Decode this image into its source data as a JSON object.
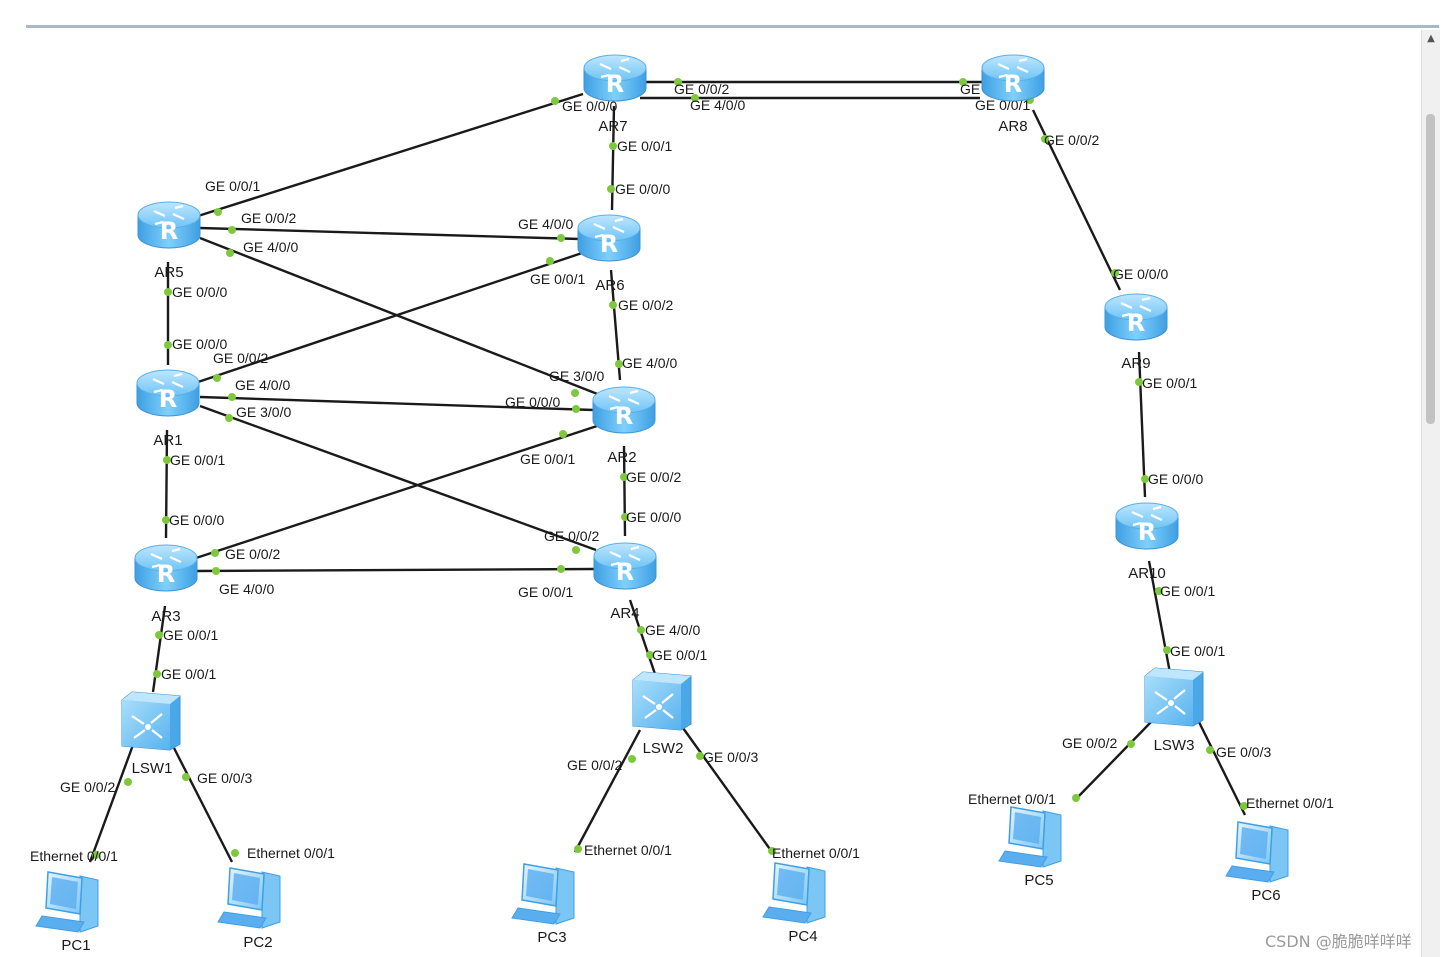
{
  "watermark": "CSDN @脆脆咩咩咩",
  "colors": {
    "link": "#1a1a1a",
    "port_dot": "#7ec93b",
    "router": "#5fb7ee",
    "switch": "#6cc0f2",
    "pc": "#5aaef0"
  },
  "routers": [
    {
      "id": "AR7",
      "label": "AR7"
    },
    {
      "id": "AR8",
      "label": "AR8"
    },
    {
      "id": "AR5",
      "label": "AR5"
    },
    {
      "id": "AR6",
      "label": "AR6"
    },
    {
      "id": "AR1",
      "label": "AR1"
    },
    {
      "id": "AR2",
      "label": "AR2"
    },
    {
      "id": "AR3",
      "label": "AR3"
    },
    {
      "id": "AR4",
      "label": "AR4"
    },
    {
      "id": "AR9",
      "label": "AR9"
    },
    {
      "id": "AR10",
      "label": "AR10"
    }
  ],
  "switches": [
    {
      "id": "LSW1",
      "label": "LSW1"
    },
    {
      "id": "LSW2",
      "label": "LSW2"
    },
    {
      "id": "LSW3",
      "label": "LSW3"
    }
  ],
  "pcs": [
    {
      "id": "PC1",
      "label": "PC1"
    },
    {
      "id": "PC2",
      "label": "PC2"
    },
    {
      "id": "PC3",
      "label": "PC3"
    },
    {
      "id": "PC4",
      "label": "PC4"
    },
    {
      "id": "PC5",
      "label": "PC5"
    },
    {
      "id": "PC6",
      "label": "PC6"
    }
  ],
  "links": [
    {
      "a": "AR7",
      "a_port": "GE 0/0/2",
      "b": "AR8",
      "b_port": "GE 0/0/0"
    },
    {
      "a": "AR7",
      "a_port": "GE 4/0/0",
      "b": "AR8",
      "b_port": "GE 0/0/1"
    },
    {
      "a": "AR5",
      "a_port": "GE 0/0/1",
      "b": "AR7",
      "b_port": "GE 0/0/0"
    },
    {
      "a": "AR7",
      "a_port": "GE 0/0/1",
      "b": "AR6",
      "b_port": "GE 0/0/0"
    },
    {
      "a": "AR5",
      "a_port": "GE 0/0/2",
      "b": "AR6",
      "b_port": "GE 4/0/0"
    },
    {
      "a": "AR5",
      "a_port": "GE 4/0/0",
      "b": "AR2",
      "b_port": "GE 3/0/0"
    },
    {
      "a": "AR5",
      "a_port": "GE 0/0/0",
      "b": "AR1",
      "b_port": "GE 0/0/0"
    },
    {
      "a": "AR1",
      "a_port": "GE 0/0/2",
      "b": "AR6",
      "b_port": "GE 0/0/1"
    },
    {
      "a": "AR6",
      "a_port": "GE 0/0/2",
      "b": "AR2",
      "b_port": "GE 4/0/0"
    },
    {
      "a": "AR1",
      "a_port": "GE 4/0/0",
      "b": "AR2",
      "b_port": "GE 0/0/0"
    },
    {
      "a": "AR1",
      "a_port": "GE 3/0/0",
      "b": "AR4",
      "b_port": "GE 0/0/2"
    },
    {
      "a": "AR1",
      "a_port": "GE 0/0/1",
      "b": "AR3",
      "b_port": "GE 0/0/0"
    },
    {
      "a": "AR3",
      "a_port": "GE 0/0/2",
      "b": "AR2",
      "b_port": "GE 0/0/1"
    },
    {
      "a": "AR2",
      "a_port": "GE 0/0/2",
      "b": "AR4",
      "b_port": "GE 0/0/0"
    },
    {
      "a": "AR3",
      "a_port": "GE 4/0/0",
      "b": "AR4",
      "b_port": "GE 0/0/1"
    },
    {
      "a": "AR3",
      "a_port": "GE 0/0/1",
      "b": "LSW1",
      "b_port": "GE 0/0/1"
    },
    {
      "a": "AR4",
      "a_port": "GE 4/0/0",
      "b": "LSW2",
      "b_port": "GE 0/0/1"
    },
    {
      "a": "AR8",
      "a_port": "GE 0/0/2",
      "b": "AR9",
      "b_port": "GE 0/0/0"
    },
    {
      "a": "AR9",
      "a_port": "GE 0/0/1",
      "b": "AR10",
      "b_port": "GE 0/0/0"
    },
    {
      "a": "AR10",
      "a_port": "GE 0/0/1",
      "b": "LSW3",
      "b_port": "GE 0/0/1"
    },
    {
      "a": "LSW1",
      "a_port": "GE 0/0/2",
      "b": "PC1",
      "b_port": "Ethernet 0/0/1"
    },
    {
      "a": "LSW1",
      "a_port": "GE 0/0/3",
      "b": "PC2",
      "b_port": "Ethernet 0/0/1"
    },
    {
      "a": "LSW2",
      "a_port": "GE 0/0/2",
      "b": "PC3",
      "b_port": "Ethernet 0/0/1"
    },
    {
      "a": "LSW2",
      "a_port": "GE 0/0/3",
      "b": "PC4",
      "b_port": "Ethernet 0/0/1"
    },
    {
      "a": "LSW3",
      "a_port": "GE 0/0/2",
      "b": "PC5",
      "b_port": "Ethernet 0/0/1"
    },
    {
      "a": "LSW3",
      "a_port": "GE 0/0/3",
      "b": "PC6",
      "b_port": "Ethernet 0/0/1"
    }
  ]
}
